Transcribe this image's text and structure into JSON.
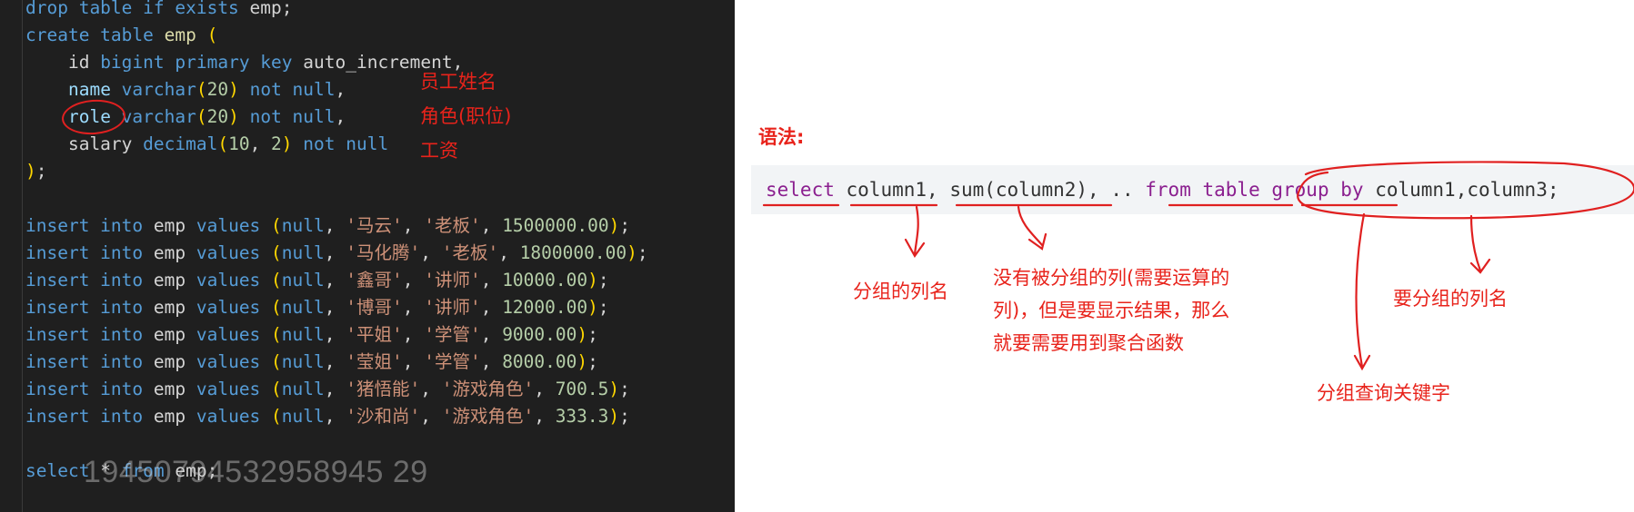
{
  "editor": {
    "lines": [
      [
        {
          "t": "drop table if exists ",
          "c": "kw"
        },
        {
          "t": "emp",
          "c": "pl"
        },
        {
          "t": ";",
          "c": "pl"
        }
      ],
      [
        {
          "t": "create table ",
          "c": "kw"
        },
        {
          "t": "emp",
          "c": "fn"
        },
        {
          "t": " (",
          "c": "pn"
        }
      ],
      [
        {
          "t": "    id ",
          "c": "pl"
        },
        {
          "t": "bigint ",
          "c": "kw"
        },
        {
          "t": "primary key ",
          "c": "kw"
        },
        {
          "t": "auto_increment,",
          "c": "pl"
        }
      ],
      [
        {
          "t": "    ",
          "c": "pl"
        },
        {
          "t": "name ",
          "c": "id"
        },
        {
          "t": "varchar",
          "c": "kw"
        },
        {
          "t": "(",
          "c": "pn"
        },
        {
          "t": "20",
          "c": "num"
        },
        {
          "t": ")",
          "c": "pn"
        },
        {
          "t": " not null",
          "c": "kw"
        },
        {
          "t": ",",
          "c": "pl"
        }
      ],
      [
        {
          "t": "    ",
          "c": "pl"
        },
        {
          "t": "role ",
          "c": "id"
        },
        {
          "t": "varchar",
          "c": "kw"
        },
        {
          "t": "(",
          "c": "pn"
        },
        {
          "t": "20",
          "c": "num"
        },
        {
          "t": ")",
          "c": "pn"
        },
        {
          "t": " not null",
          "c": "kw"
        },
        {
          "t": ",",
          "c": "pl"
        }
      ],
      [
        {
          "t": "    salary ",
          "c": "pl"
        },
        {
          "t": "decimal",
          "c": "kw"
        },
        {
          "t": "(",
          "c": "pn"
        },
        {
          "t": "10",
          "c": "num"
        },
        {
          "t": ", ",
          "c": "pl"
        },
        {
          "t": "2",
          "c": "num"
        },
        {
          "t": ")",
          "c": "pn"
        },
        {
          "t": " not null",
          "c": "kw"
        }
      ],
      [
        {
          "t": ")",
          "c": "pn"
        },
        {
          "t": ";",
          "c": "pl"
        }
      ],
      [],
      [
        {
          "t": "insert into ",
          "c": "kw"
        },
        {
          "t": "emp ",
          "c": "pl"
        },
        {
          "t": "values ",
          "c": "kw"
        },
        {
          "t": "(",
          "c": "pn"
        },
        {
          "t": "null",
          "c": "kw"
        },
        {
          "t": ", ",
          "c": "pl"
        },
        {
          "t": "'马云'",
          "c": "str"
        },
        {
          "t": ", ",
          "c": "pl"
        },
        {
          "t": "'老板'",
          "c": "str"
        },
        {
          "t": ", ",
          "c": "pl"
        },
        {
          "t": "1500000.00",
          "c": "num"
        },
        {
          "t": ")",
          "c": "pn"
        },
        {
          "t": ";",
          "c": "pl"
        }
      ],
      [
        {
          "t": "insert into ",
          "c": "kw"
        },
        {
          "t": "emp ",
          "c": "pl"
        },
        {
          "t": "values ",
          "c": "kw"
        },
        {
          "t": "(",
          "c": "pn"
        },
        {
          "t": "null",
          "c": "kw"
        },
        {
          "t": ", ",
          "c": "pl"
        },
        {
          "t": "'马化腾'",
          "c": "str"
        },
        {
          "t": ", ",
          "c": "pl"
        },
        {
          "t": "'老板'",
          "c": "str"
        },
        {
          "t": ", ",
          "c": "pl"
        },
        {
          "t": "1800000.00",
          "c": "num"
        },
        {
          "t": ")",
          "c": "pn"
        },
        {
          "t": ";",
          "c": "pl"
        }
      ],
      [
        {
          "t": "insert into ",
          "c": "kw"
        },
        {
          "t": "emp ",
          "c": "pl"
        },
        {
          "t": "values ",
          "c": "kw"
        },
        {
          "t": "(",
          "c": "pn"
        },
        {
          "t": "null",
          "c": "kw"
        },
        {
          "t": ", ",
          "c": "pl"
        },
        {
          "t": "'鑫哥'",
          "c": "str"
        },
        {
          "t": ", ",
          "c": "pl"
        },
        {
          "t": "'讲师'",
          "c": "str"
        },
        {
          "t": ", ",
          "c": "pl"
        },
        {
          "t": "10000.00",
          "c": "num"
        },
        {
          "t": ")",
          "c": "pn"
        },
        {
          "t": ";",
          "c": "pl"
        }
      ],
      [
        {
          "t": "insert into ",
          "c": "kw"
        },
        {
          "t": "emp ",
          "c": "pl"
        },
        {
          "t": "values ",
          "c": "kw"
        },
        {
          "t": "(",
          "c": "pn"
        },
        {
          "t": "null",
          "c": "kw"
        },
        {
          "t": ", ",
          "c": "pl"
        },
        {
          "t": "'博哥'",
          "c": "str"
        },
        {
          "t": ", ",
          "c": "pl"
        },
        {
          "t": "'讲师'",
          "c": "str"
        },
        {
          "t": ", ",
          "c": "pl"
        },
        {
          "t": "12000.00",
          "c": "num"
        },
        {
          "t": ")",
          "c": "pn"
        },
        {
          "t": ";",
          "c": "pl"
        }
      ],
      [
        {
          "t": "insert into ",
          "c": "kw"
        },
        {
          "t": "emp ",
          "c": "pl"
        },
        {
          "t": "values ",
          "c": "kw"
        },
        {
          "t": "(",
          "c": "pn"
        },
        {
          "t": "null",
          "c": "kw"
        },
        {
          "t": ", ",
          "c": "pl"
        },
        {
          "t": "'平姐'",
          "c": "str"
        },
        {
          "t": ", ",
          "c": "pl"
        },
        {
          "t": "'学管'",
          "c": "str"
        },
        {
          "t": ", ",
          "c": "pl"
        },
        {
          "t": "9000.00",
          "c": "num"
        },
        {
          "t": ")",
          "c": "pn"
        },
        {
          "t": ";",
          "c": "pl"
        }
      ],
      [
        {
          "t": "insert into ",
          "c": "kw"
        },
        {
          "t": "emp ",
          "c": "pl"
        },
        {
          "t": "values ",
          "c": "kw"
        },
        {
          "t": "(",
          "c": "pn"
        },
        {
          "t": "null",
          "c": "kw"
        },
        {
          "t": ", ",
          "c": "pl"
        },
        {
          "t": "'莹姐'",
          "c": "str"
        },
        {
          "t": ", ",
          "c": "pl"
        },
        {
          "t": "'学管'",
          "c": "str"
        },
        {
          "t": ", ",
          "c": "pl"
        },
        {
          "t": "8000.00",
          "c": "num"
        },
        {
          "t": ")",
          "c": "pn"
        },
        {
          "t": ";",
          "c": "pl"
        }
      ],
      [
        {
          "t": "insert into ",
          "c": "kw"
        },
        {
          "t": "emp ",
          "c": "pl"
        },
        {
          "t": "values ",
          "c": "kw"
        },
        {
          "t": "(",
          "c": "pn"
        },
        {
          "t": "null",
          "c": "kw"
        },
        {
          "t": ", ",
          "c": "pl"
        },
        {
          "t": "'猪悟能'",
          "c": "str"
        },
        {
          "t": ", ",
          "c": "pl"
        },
        {
          "t": "'游戏角色'",
          "c": "str"
        },
        {
          "t": ", ",
          "c": "pl"
        },
        {
          "t": "700.5",
          "c": "num"
        },
        {
          "t": ")",
          "c": "pn"
        },
        {
          "t": ";",
          "c": "pl"
        }
      ],
      [
        {
          "t": "insert into ",
          "c": "kw"
        },
        {
          "t": "emp ",
          "c": "pl"
        },
        {
          "t": "values ",
          "c": "kw"
        },
        {
          "t": "(",
          "c": "pn"
        },
        {
          "t": "null",
          "c": "kw"
        },
        {
          "t": ", ",
          "c": "pl"
        },
        {
          "t": "'沙和尚'",
          "c": "str"
        },
        {
          "t": ", ",
          "c": "pl"
        },
        {
          "t": "'游戏角色'",
          "c": "str"
        },
        {
          "t": ", ",
          "c": "pl"
        },
        {
          "t": "333.3",
          "c": "num"
        },
        {
          "t": ")",
          "c": "pn"
        },
        {
          "t": ";",
          "c": "pl"
        }
      ],
      [],
      [
        {
          "t": "select ",
          "c": "kw"
        },
        {
          "t": "* ",
          "c": "pl"
        },
        {
          "t": "from ",
          "c": "kw"
        },
        {
          "t": "emp",
          "c": "pl"
        },
        {
          "t": ";",
          "c": "pl"
        }
      ]
    ],
    "notes": {
      "name": "员工姓名",
      "role": "角色(职位)",
      "salary": "工资"
    },
    "watermark": "19450794532958945 29"
  },
  "slide": {
    "syntax_title": "语法:",
    "syntax_tokens": [
      {
        "t": "select",
        "c": "sk"
      },
      {
        "t": " ",
        "c": "sp"
      },
      {
        "t": "column1",
        "c": "sp"
      },
      {
        "t": ", ",
        "c": "sp"
      },
      {
        "t": "sum(column2)",
        "c": "sp"
      },
      {
        "t": ", .. ",
        "c": "sp"
      },
      {
        "t": "from",
        "c": "sk"
      },
      {
        "t": " ",
        "c": "sp"
      },
      {
        "t": "table",
        "c": "sk"
      },
      {
        "t": " ",
        "c": "sp"
      },
      {
        "t": "group",
        "c": "sk"
      },
      {
        "t": " ",
        "c": "sp"
      },
      {
        "t": "by",
        "c": "sk"
      },
      {
        "t": " column1,column3;",
        "c": "sp"
      }
    ],
    "annotations": {
      "group_column": "分组的列名",
      "ungrouped_line1": "没有被分组的列(需要运算的",
      "ungrouped_line2": "列)，但是要显示结果，那么",
      "ungrouped_line3": "就要需要用到聚合函数",
      "group_keyword": "分组查询关键字",
      "to_group_column": "要分组的列名"
    },
    "colors": {
      "annotation_red": "#e8231b",
      "keyword_purple": "#8b1f8f",
      "editor_bg": "#1f1f1f"
    }
  }
}
